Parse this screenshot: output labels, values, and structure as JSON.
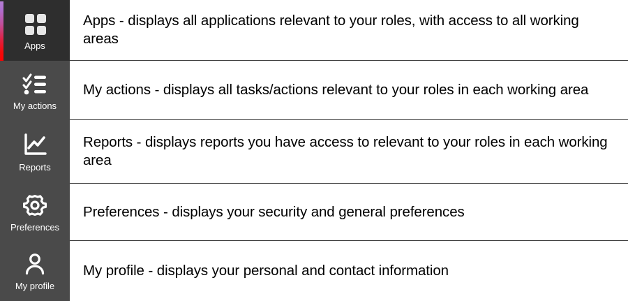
{
  "sidebar": {
    "background_color": "#4a4a4a",
    "active_background_color": "#2e2e2e",
    "accent_gradient_from": "#b47fd4",
    "accent_gradient_to": "#ff0000",
    "items": [
      {
        "label": "Apps",
        "icon": "apps-grid-icon",
        "active": true
      },
      {
        "label": "My actions",
        "icon": "checklist-icon",
        "active": false
      },
      {
        "label": "Reports",
        "icon": "chart-line-icon",
        "active": false
      },
      {
        "label": "Preferences",
        "icon": "gear-icon",
        "active": false
      },
      {
        "label": "My profile",
        "icon": "person-icon",
        "active": false
      }
    ]
  },
  "descriptions": [
    {
      "text": "Apps - displays all applications relevant to your roles, with access to all working areas"
    },
    {
      "text": "My actions -  displays all tasks/actions relevant to your roles in each working area"
    },
    {
      "text": "Reports - displays reports you have access to relevant to your roles in each working area"
    },
    {
      "text": "Preferences - displays your security and general preferences"
    },
    {
      "text": "My profile - displays your personal and contact information"
    }
  ]
}
